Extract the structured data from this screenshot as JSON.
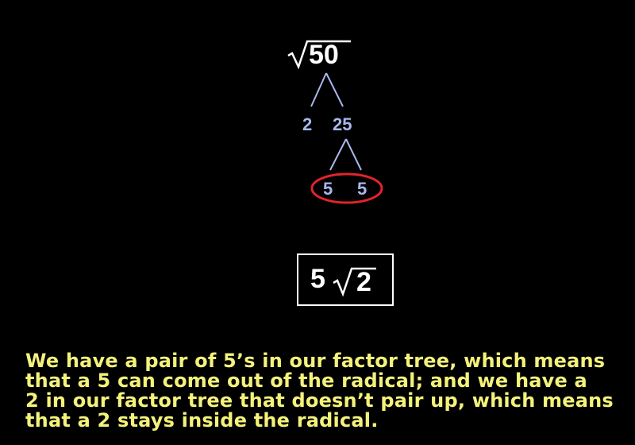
{
  "problem": {
    "radicand": "50"
  },
  "factor_tree": {
    "level1": {
      "left": "2",
      "right": "25"
    },
    "level2": {
      "left": "5",
      "right": "5"
    },
    "highlight_color": "#e0242a",
    "factor_color": "#aab8ee"
  },
  "answer": {
    "coefficient": "5",
    "radicand": "2"
  },
  "explanation": {
    "lines": [
      "We have a pair of 5’s in our factor tree, which means",
      "that a 5 can come out of the radical; and we have a",
      "2 in our factor tree that doesn’t pair up, which means",
      "that a 2 stays inside the radical."
    ],
    "color": "#f4f27a"
  }
}
